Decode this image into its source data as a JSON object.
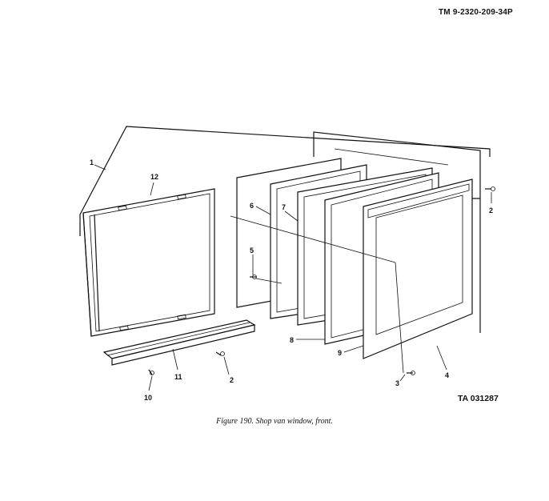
{
  "header": {
    "doc_id": "TM  9-2320-209-34P"
  },
  "figure": {
    "caption": "Figure 190. Shop van window, front.",
    "ta_number": "TA 031287"
  },
  "callouts": {
    "c1": "1",
    "c2a": "2",
    "c2b": "2",
    "c3": "3",
    "c4": "4",
    "c5": "5",
    "c6": "6",
    "c7": "7",
    "c8": "8",
    "c9": "9",
    "c10": "10",
    "c11": "11",
    "c12": "12"
  }
}
